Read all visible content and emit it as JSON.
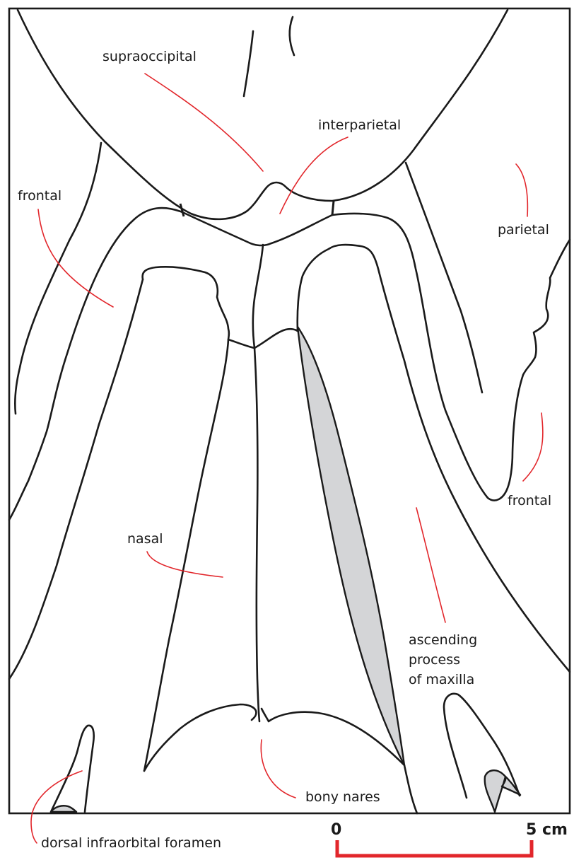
{
  "labels": {
    "supraoccipital": "supraoccipital",
    "interparietal": "interparietal",
    "frontal_left": "frontal",
    "parietal": "parietal",
    "frontal_right": "frontal",
    "nasal": "nasal",
    "ascending_process_line1": "ascending",
    "ascending_process_line2": "process",
    "ascending_process_line3": "of maxilla",
    "bony_nares": "bony nares",
    "dorsal_infraorbital_foramen": "dorsal infraorbital foramen"
  },
  "scale": {
    "start_label": "0",
    "end_label": "5 cm"
  },
  "colors": {
    "line": "#1a1a1a",
    "leader": "#e2262b",
    "shading": "#d4d5d7"
  }
}
